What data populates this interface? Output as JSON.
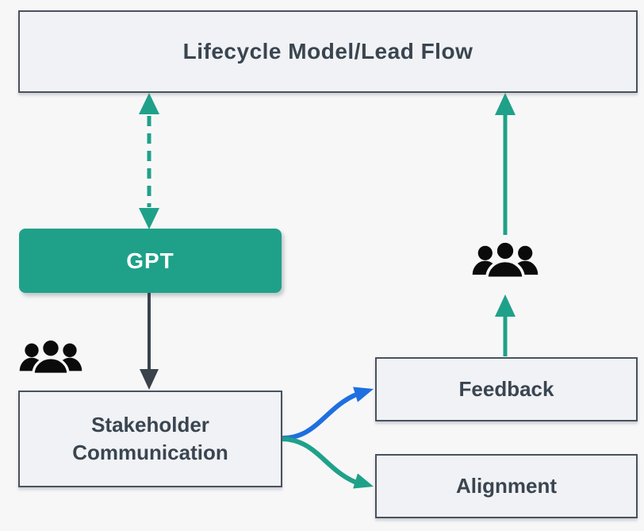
{
  "diagram": {
    "boxes": {
      "lifecycle": {
        "label": "Lifecycle Model/Lead Flow"
      },
      "gpt": {
        "label": "GPT"
      },
      "stakeholder": {
        "label": "Stakeholder Communication"
      },
      "feedback": {
        "label": "Feedback"
      },
      "alignment": {
        "label": "Alignment"
      }
    },
    "icons": [
      {
        "name": "people-group-icon-left",
        "meaning": "stakeholders group"
      },
      {
        "name": "people-group-icon-right",
        "meaning": "people reviewing feedback"
      }
    ],
    "connections": [
      {
        "from": "lifecycle",
        "to": "gpt",
        "style": "dashed",
        "color_key": "teal",
        "direction": "bidirectional"
      },
      {
        "from": "gpt",
        "to": "stakeholder",
        "style": "solid",
        "color_key": "dark_arrow",
        "direction": "down"
      },
      {
        "from": "stakeholder",
        "to": "feedback",
        "style": "curve",
        "color_key": "blue",
        "direction": "right-up"
      },
      {
        "from": "stakeholder",
        "to": "alignment",
        "style": "curve",
        "color_key": "teal",
        "direction": "right-down"
      },
      {
        "from": "feedback",
        "to": "people-group-icon-right",
        "style": "solid",
        "color_key": "teal",
        "direction": "up"
      },
      {
        "from": "people-group-icon-right",
        "to": "lifecycle",
        "style": "solid",
        "color_key": "teal",
        "direction": "up"
      }
    ]
  },
  "colors": {
    "background": "#F7F7F8",
    "box_fill": "#F0F2F5",
    "box_border": "#49525F",
    "text": "#3A4550",
    "teal": "#1FA189",
    "blue": "#1E6FE0",
    "dark_arrow": "#3A434C",
    "icon_black": "#0B0B0C"
  }
}
